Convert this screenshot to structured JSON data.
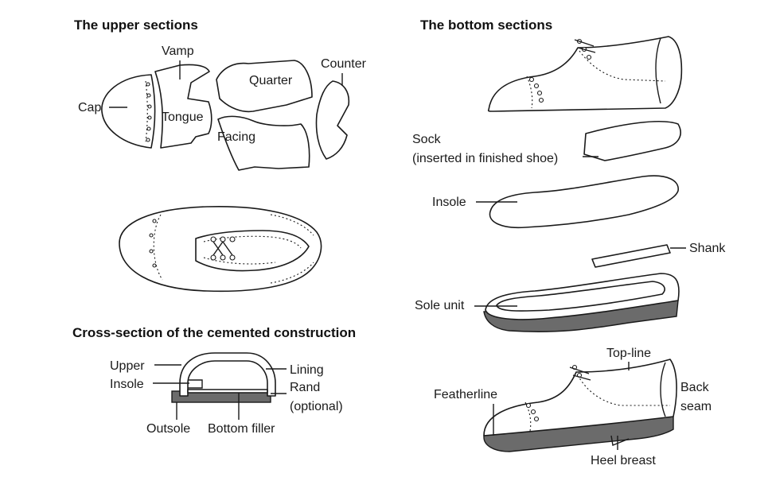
{
  "headings": {
    "upper": "The upper sections",
    "bottom": "The bottom sections",
    "cross": "Cross-section of the cemented construction"
  },
  "upper_labels": {
    "vamp": "Vamp",
    "quarter": "Quarter",
    "counter": "Counter",
    "cap": "Cap",
    "tongue": "Tongue",
    "facing": "Facing"
  },
  "bottom_labels": {
    "sock": "Sock",
    "sock_note": "(inserted in finished shoe)",
    "insole": "Insole",
    "shank": "Shank",
    "sole_unit": "Sole unit",
    "top_line": "Top-line",
    "back": "Back",
    "seam": "seam",
    "featherline": "Featherline",
    "heel_breast": "Heel breast"
  },
  "cross_labels": {
    "upper": "Upper",
    "insole": "Insole",
    "lining": "Lining",
    "rand": "Rand",
    "optional": "(optional)",
    "outsole": "Outsole",
    "bottom_filler": "Bottom filler"
  },
  "colors": {
    "ink": "#1a1a1a",
    "sole_gray": "#6b6b6b",
    "background": "#ffffff"
  }
}
